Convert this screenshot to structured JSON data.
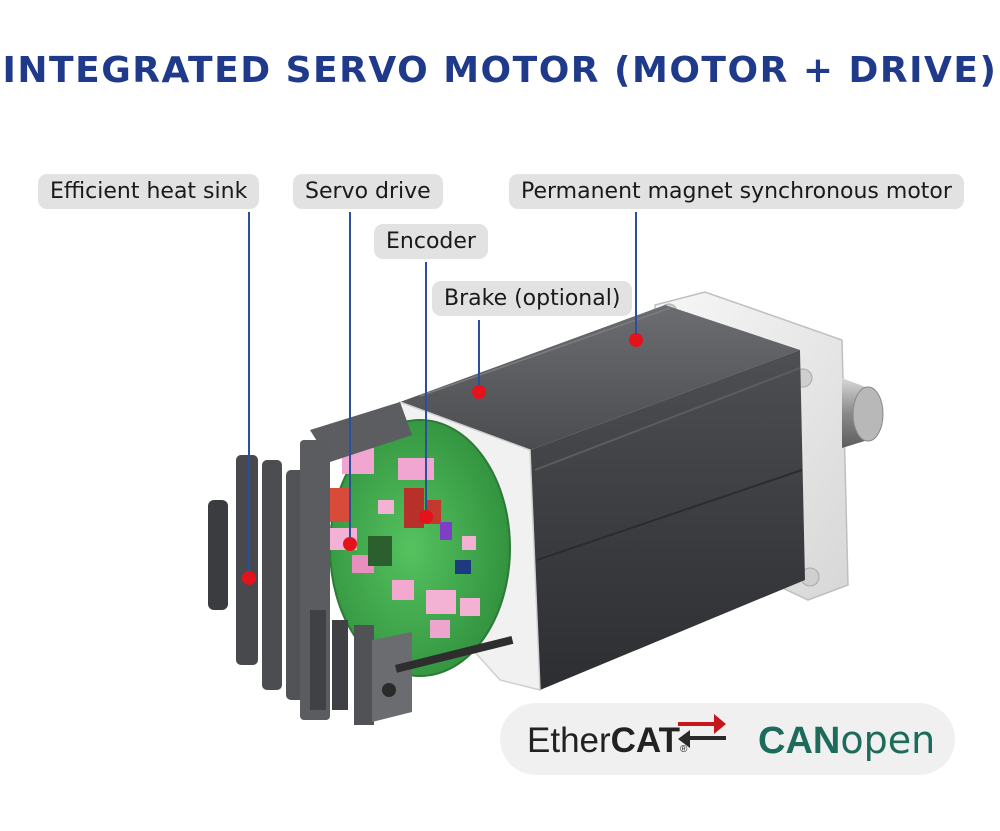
{
  "title": "INTEGRATED SERVO MOTOR (MOTOR + DRIVE)",
  "labels": {
    "heat_sink": "Efficient heat sink",
    "servo_drive": "Servo drive",
    "encoder": "Encoder",
    "brake": "Brake (optional)",
    "motor": "Permanent magnet synchronous motor"
  },
  "protocols": {
    "ethercat_prefix": "Ether",
    "ethercat_suffix": "CAT",
    "ethercat_mark": "®",
    "canopen_prefix": "CAN",
    "canopen_suffix": "open"
  },
  "colors": {
    "title": "#1f3a8a",
    "leader": "#2b4f9e",
    "marker": "#e3121b",
    "pcb": "#3aa64a",
    "canopen": "#1d6b5b",
    "ethercat_arrow": "#c8151e"
  }
}
